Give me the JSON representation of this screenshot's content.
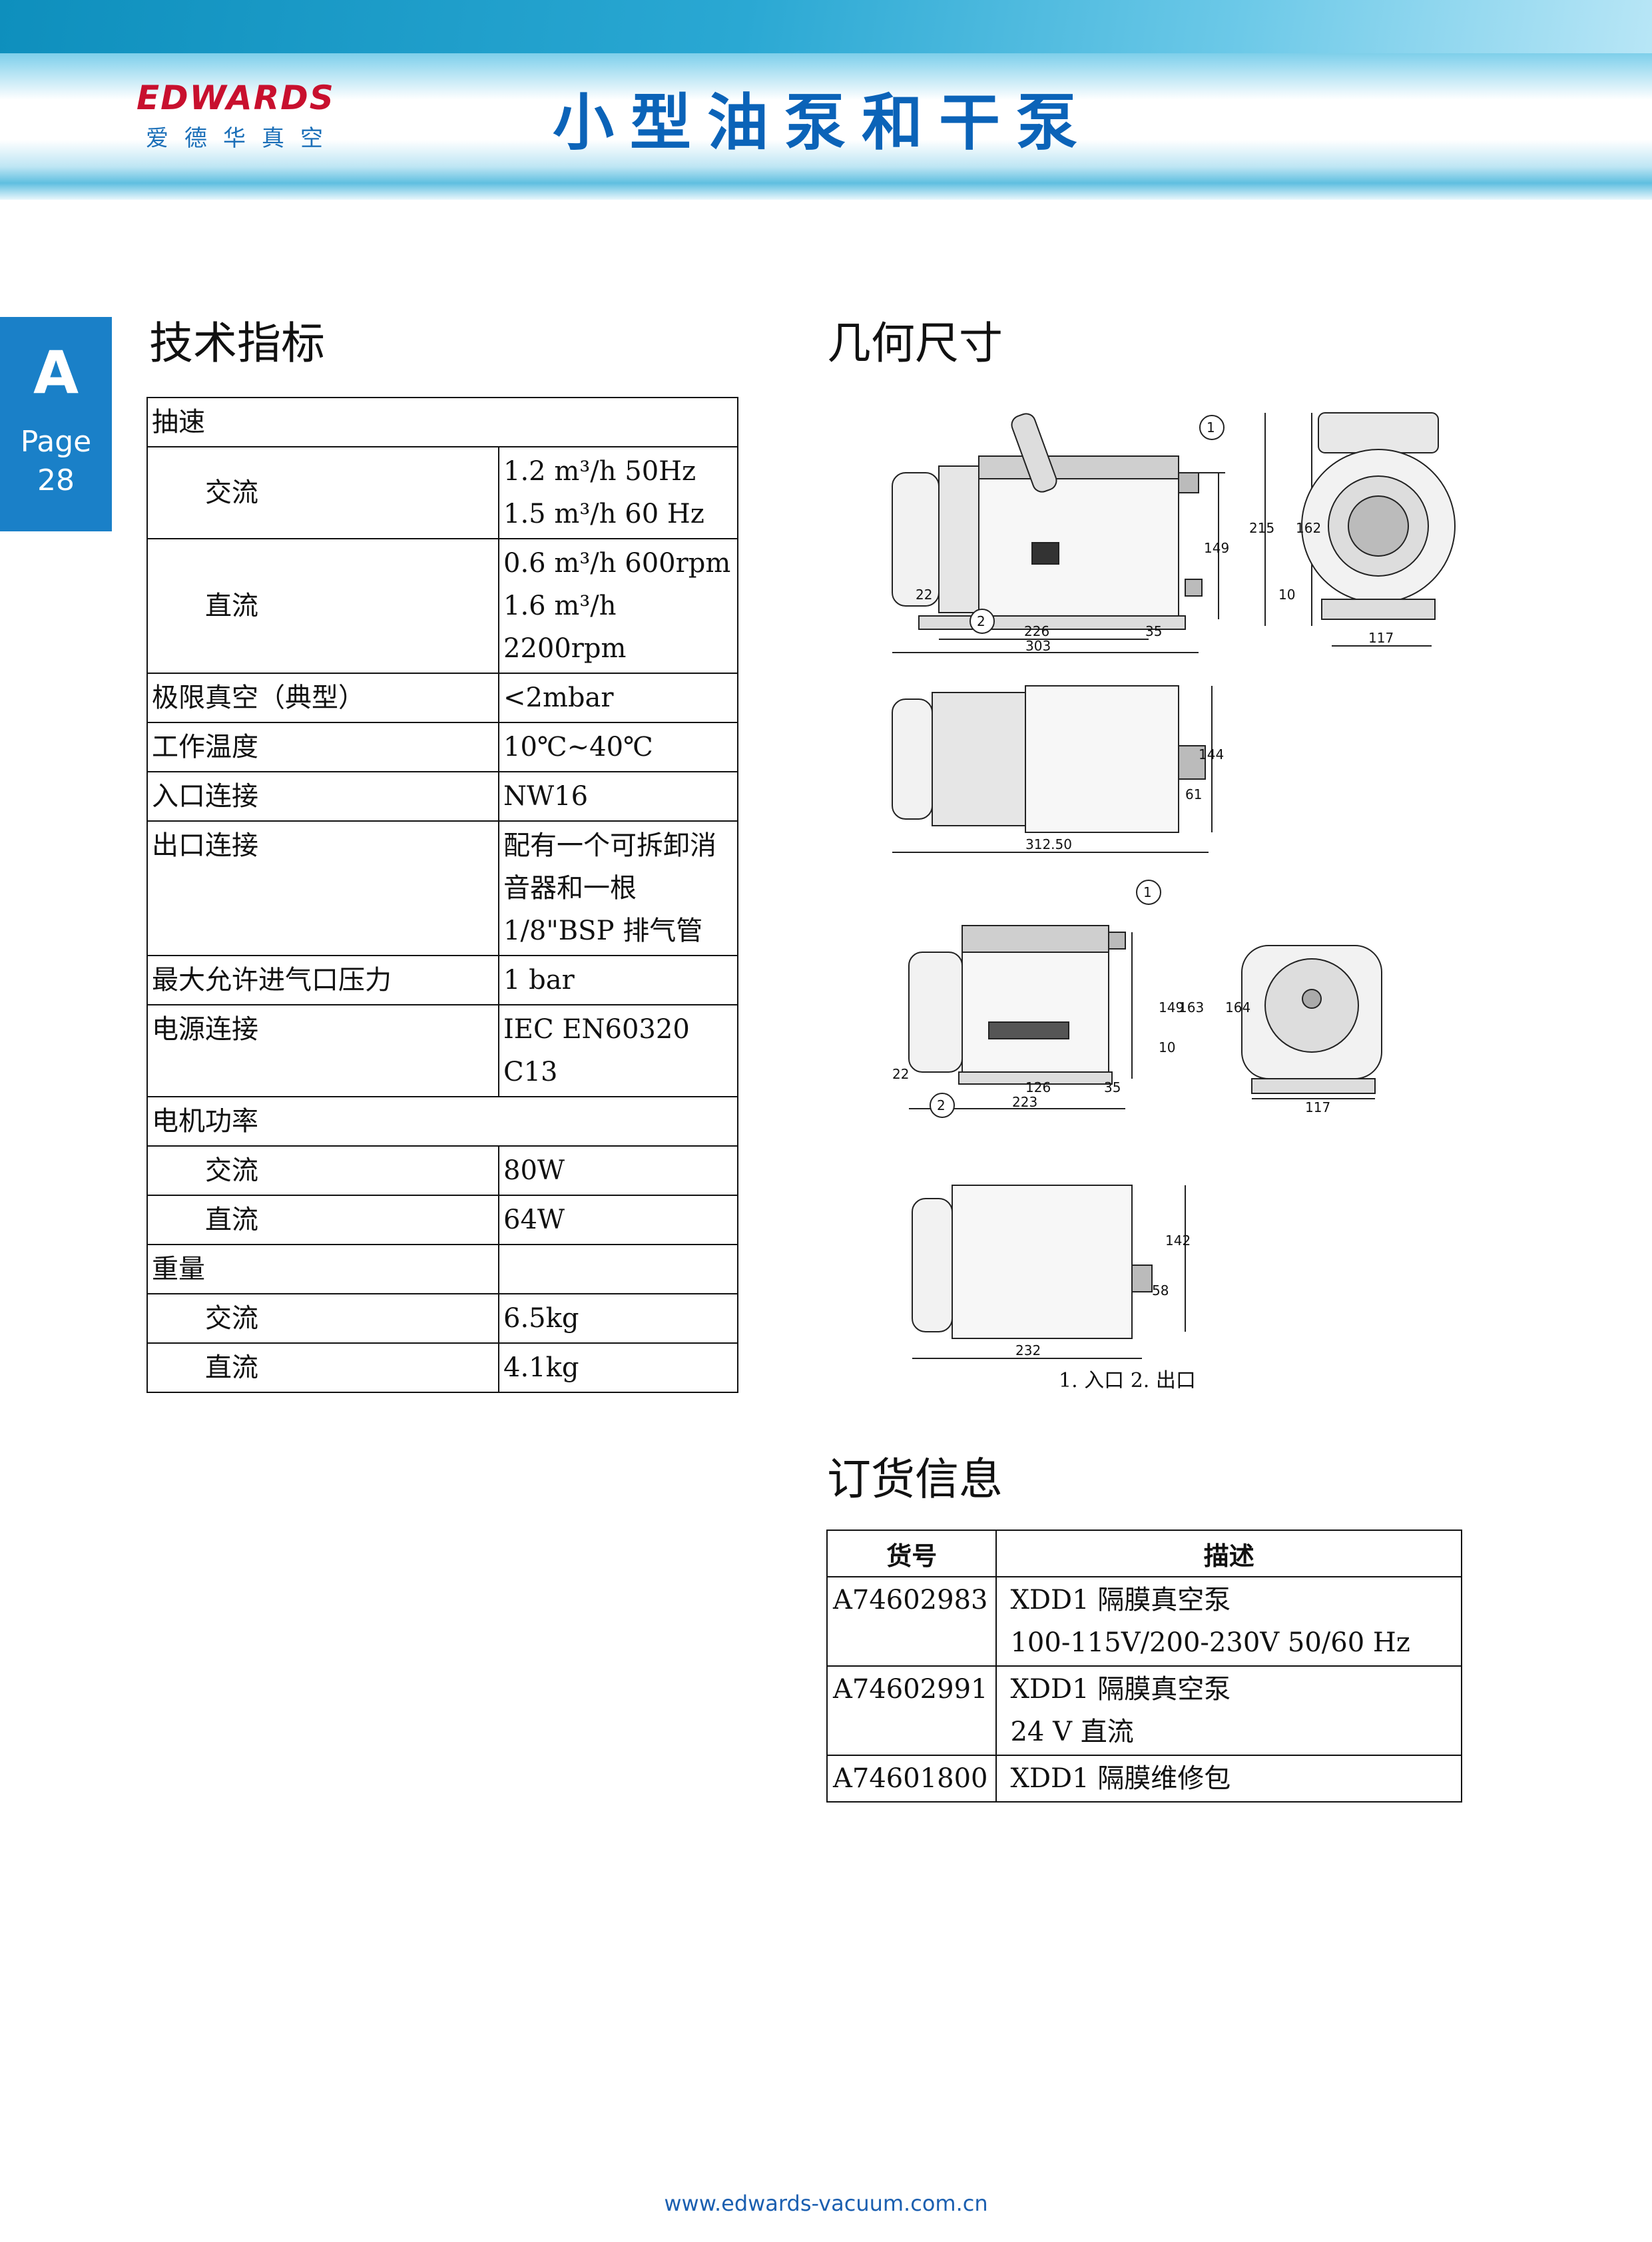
{
  "header": {
    "logo_word": "EDWARDS",
    "logo_cn": "爱德华真空",
    "title": "小型油泵和干泵"
  },
  "side_tab": {
    "letter": "A",
    "page_label": "Page",
    "page_number": "28"
  },
  "spec": {
    "title": "技术指标",
    "pumping_speed": "抽速",
    "ac": "交流",
    "dc": "直流",
    "ac_50": "1.2 m³/h  50Hz",
    "ac_60": "1.5 m³/h  60 Hz",
    "dc_600": "0.6 m³/h  600rpm",
    "dc_2200": "1.6 m³/h  2200rpm",
    "ultimate_label": "极限真空（典型）",
    "ultimate_value": "<2mbar",
    "temp_label": "工作温度",
    "temp_value": "10℃~40℃",
    "inlet_label": "入口连接",
    "inlet_value": "NW16",
    "outlet_label": "出口连接",
    "outlet_value": "配有一个可拆卸消音器和一根 1/8\"BSP 排气管",
    "max_inlet_label": "最大允许进气口压力",
    "max_inlet_value": "1 bar",
    "power_conn_label": "电源连接",
    "power_conn_value": "IEC EN60320 C13",
    "motor_power_label": "电机功率",
    "motor_ac_value": "80W",
    "motor_dc_value": "64W",
    "weight_label": "重量",
    "weight_ac_value": "6.5kg",
    "weight_dc_value": "4.1kg"
  },
  "dimensions": {
    "title": "几何尺寸",
    "callout_1": "1",
    "callout_2": "2",
    "d1": [
      "226",
      "35",
      "303",
      "22",
      "149",
      "215",
      "162",
      "10",
      "117"
    ],
    "d2": [
      "312.50",
      "144",
      "61"
    ],
    "d3": [
      "126",
      "35",
      "223",
      "22",
      "149",
      "163",
      "10",
      "164",
      "117"
    ],
    "d4": [
      "232",
      "142",
      "58"
    ],
    "legend": "1. 入口  2. 出口"
  },
  "order": {
    "title": "订货信息",
    "col_part": "货号",
    "col_desc": "描述",
    "rows": [
      {
        "part": "A74602983",
        "line1": "XDD1 隔膜真空泵",
        "line2": "100-115V/200-230V  50/60 Hz"
      },
      {
        "part": "A74602991",
        "line1": "XDD1 隔膜真空泵",
        "line2": "24 V 直流"
      },
      {
        "part": "A74601800",
        "line1": "XDD1 隔膜维修包",
        "line2": ""
      }
    ]
  },
  "footer": {
    "url": "www.edwards-vacuum.com.cn"
  }
}
